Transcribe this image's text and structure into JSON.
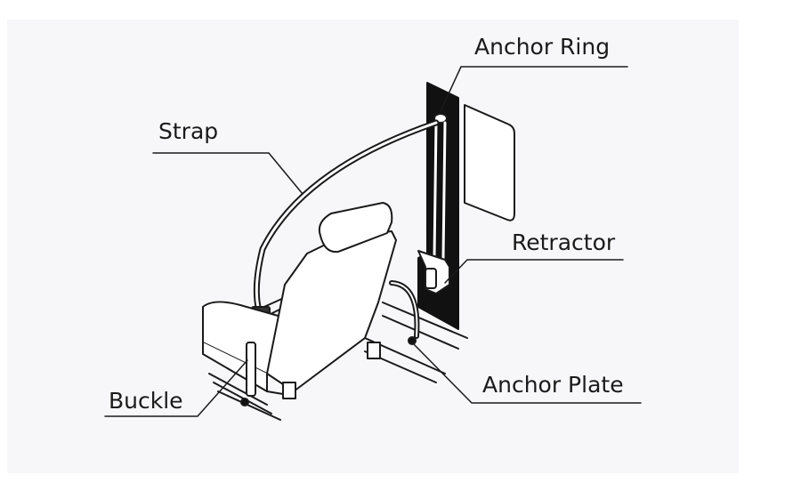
{
  "labels": {
    "anchor_ring": "Anchor Ring",
    "strap": "Strap",
    "retractor": "Retractor",
    "anchor_plate": "Anchor Plate",
    "buckle": "Buckle"
  },
  "colors": {
    "ink": "#1a1a1a",
    "background": "#f7f7f9"
  }
}
